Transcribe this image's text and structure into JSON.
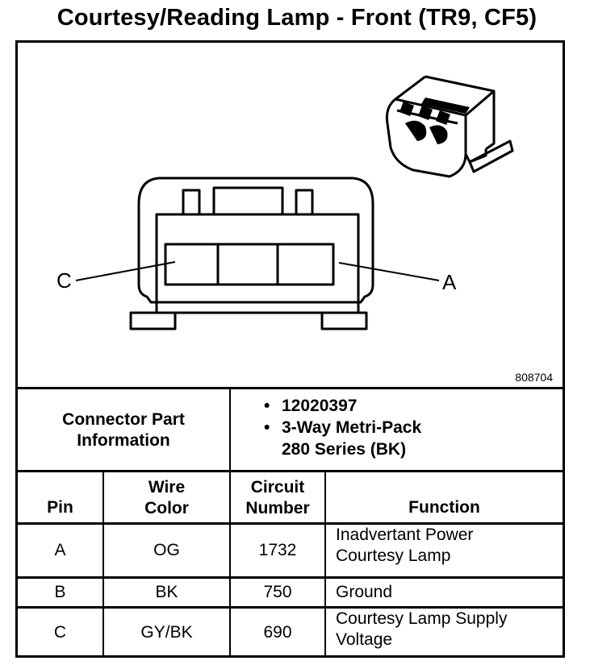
{
  "title": "Courtesy/Reading Lamp - Front (TR9, CF5)",
  "diagram": {
    "label_c": "C",
    "label_a": "A",
    "figure_number": "808704"
  },
  "connector_info": {
    "label": "Connector Part Information",
    "part_number": "12020397",
    "type_line1": "3-Way Metri-Pack",
    "type_line2": "280 Series (BK)"
  },
  "table": {
    "headers": {
      "pin": "Pin",
      "wire_color_line1": "Wire",
      "wire_color_line2": "Color",
      "circuit_line1": "Circuit",
      "circuit_line2": "Number",
      "function": "Function"
    },
    "rows": [
      {
        "pin": "A",
        "wire_color": "OG",
        "circuit": "1732",
        "function_line1": "Inadvertant Power",
        "function_line2": "Courtesy Lamp"
      },
      {
        "pin": "B",
        "wire_color": "BK",
        "circuit": "750",
        "function_line1": "Ground",
        "function_line2": ""
      },
      {
        "pin": "C",
        "wire_color": "GY/BK",
        "circuit": "690",
        "function_line1": "Courtesy Lamp Supply",
        "function_line2": "Voltage"
      }
    ]
  }
}
